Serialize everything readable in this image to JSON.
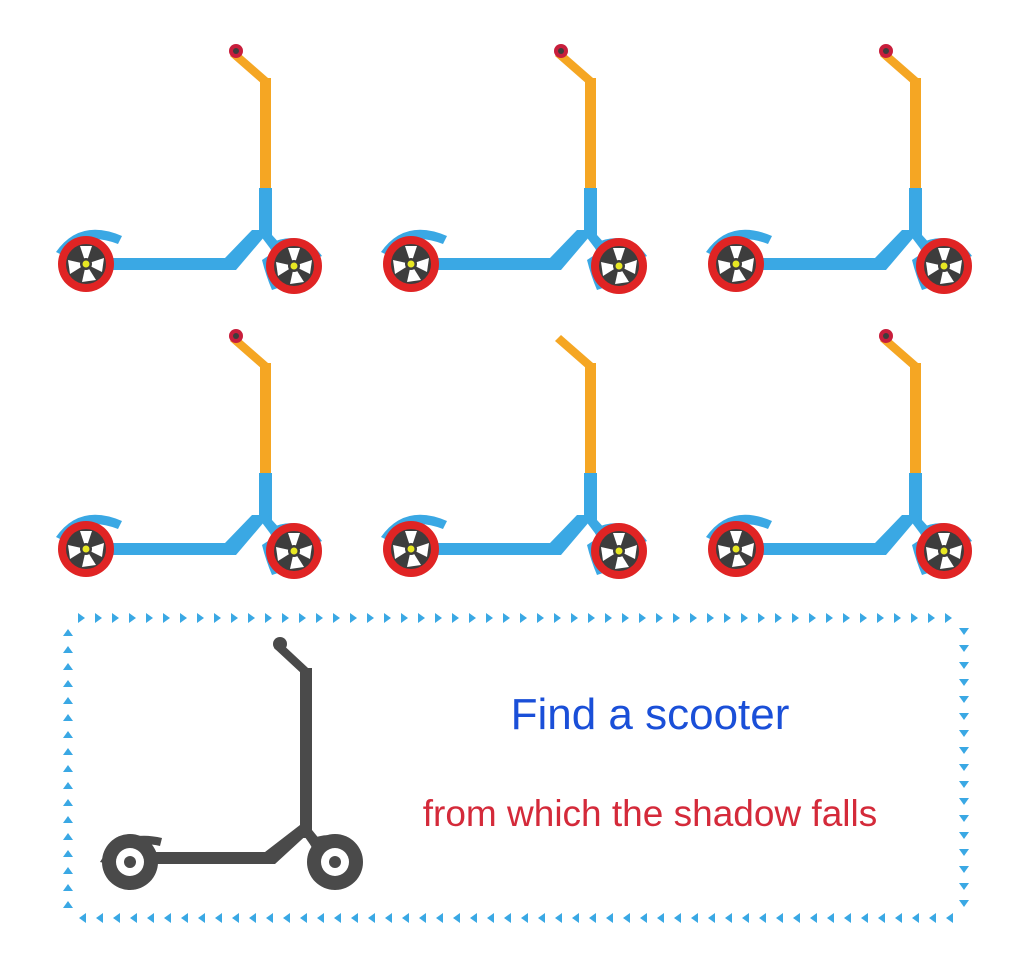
{
  "puzzle": {
    "title": "Find a scooter",
    "subtitle": "from which the shadow falls"
  },
  "colors": {
    "deck": "#3aa8e4",
    "handlebar": "#f5a623",
    "wheel_rim": "#e02424",
    "wheel_hub": "#3d3d3d",
    "wheel_spokes": "#ffffff",
    "axle": "#e8e823",
    "grip": "#c81e3c",
    "shadow": "#4a4a4a",
    "border_arrows": "#3aa8e4",
    "title_text": "#1a4fd8",
    "subtitle_text": "#d42a3a"
  },
  "options": [
    {
      "id": "option-1",
      "has_grip": true,
      "rear_fender": true,
      "front_fender": true
    },
    {
      "id": "option-2",
      "has_grip": true,
      "rear_fender": true,
      "front_fender": true
    },
    {
      "id": "option-3",
      "has_grip": true,
      "rear_fender": true,
      "front_fender": true
    },
    {
      "id": "option-4",
      "has_grip": true,
      "rear_fender": true,
      "front_fender": true
    },
    {
      "id": "option-5",
      "has_grip": false,
      "rear_fender": true,
      "front_fender": true
    },
    {
      "id": "option-6",
      "has_grip": true,
      "rear_fender": true,
      "front_fender": true
    }
  ]
}
